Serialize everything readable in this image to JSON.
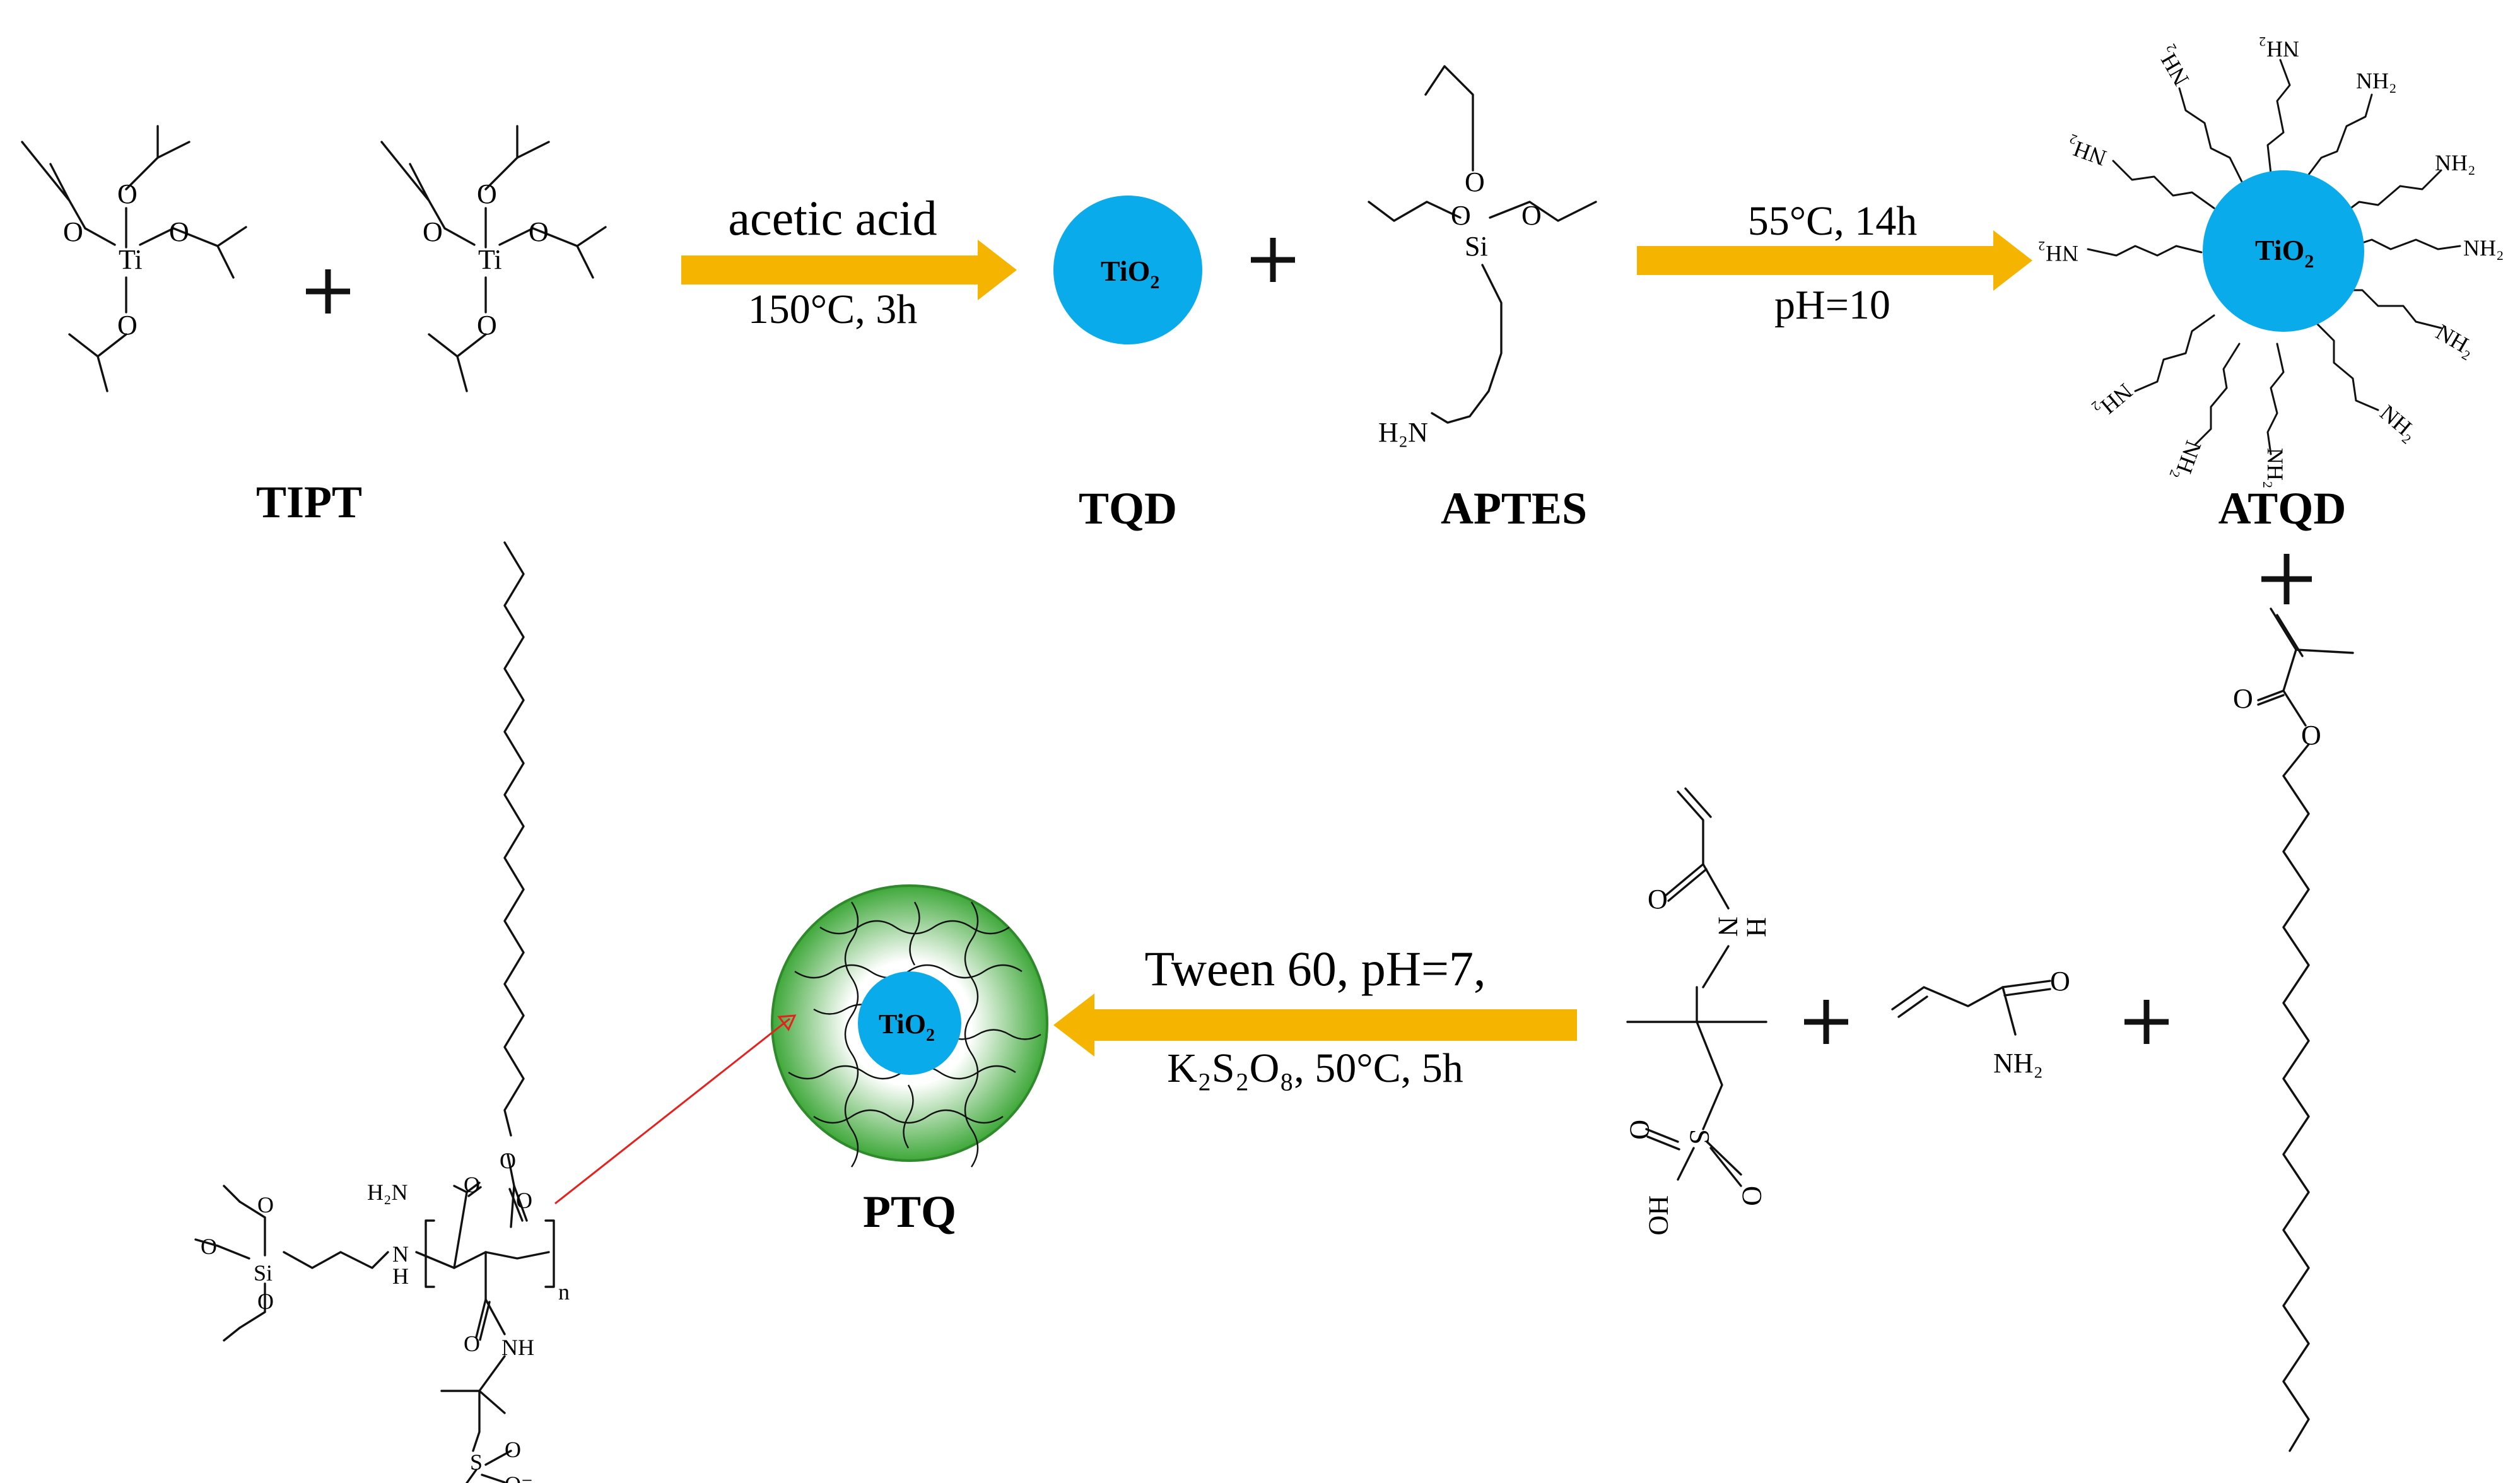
{
  "colors": {
    "arrow": "#f5b400",
    "tio2_core": "#0aabea",
    "shell_outer": "#3fa83a",
    "shell_inner": "#ffffff",
    "pointer": "#e8201d"
  },
  "labels": {
    "tipt": "TIPT",
    "tqd": "TQD",
    "aptes": "APTES",
    "atqd": "ATQD",
    "ptq": "PTQ"
  },
  "core_text": "TiO",
  "core_sub": "2",
  "arrows": {
    "step1": {
      "top": "acetic acid",
      "bottom": "150°C, 3h"
    },
    "step2": {
      "top": "55°C, 14h",
      "bottom": "pH=10"
    },
    "step3": {
      "top": "Tween 60, pH=7,",
      "bottom": "K₂S₂O₈, 50°C, 5h"
    }
  },
  "plus_sign": "+",
  "atoms": {
    "O": "O",
    "Ti": "Ti",
    "Si": "Si",
    "S": "S",
    "N": "N",
    "H": "H",
    "n": "n",
    "HO": "HO",
    "NH": "NH",
    "NH2": "NH₂",
    "H2N": "H₂N",
    "Ominus": "O⁻"
  }
}
